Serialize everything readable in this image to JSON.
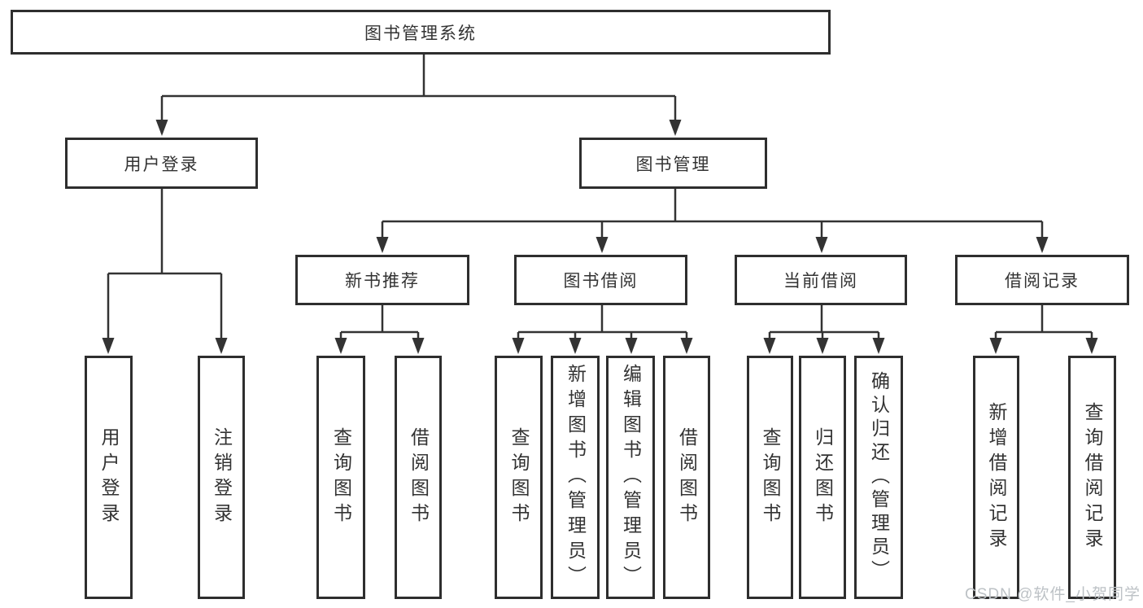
{
  "diagram": {
    "title_node": "图书管理系统",
    "root": {
      "label": "图书管理系统"
    },
    "branches": [
      {
        "label": "用户登录",
        "children": [
          {
            "label": "用户登录"
          },
          {
            "label": "注销登录"
          }
        ]
      },
      {
        "label": "图书管理",
        "groups": [
          {
            "label": "新书推荐",
            "children": [
              {
                "label": "查询图书"
              },
              {
                "label": "借阅图书"
              }
            ]
          },
          {
            "label": "图书借阅",
            "children": [
              {
                "label": "查询图书"
              },
              {
                "label": "新增图书（管理员）"
              },
              {
                "label": "编辑图书（管理员）"
              },
              {
                "label": "借阅图书"
              }
            ]
          },
          {
            "label": "当前借阅",
            "children": [
              {
                "label": "查询图书"
              },
              {
                "label": "归还图书"
              },
              {
                "label": "确认归还（管理员）"
              }
            ]
          },
          {
            "label": "借阅记录",
            "children": [
              {
                "label": "新增借阅记录"
              },
              {
                "label": "查询借阅记录"
              }
            ]
          }
        ]
      }
    ]
  },
  "colors": {
    "line": "#333333",
    "box_border": "#2e2e2e",
    "box_fill": "#ffffff",
    "text": "#333333",
    "watermark": "#bdc2c6"
  },
  "watermark": {
    "text": "CSDN @软件_小贺同学"
  }
}
